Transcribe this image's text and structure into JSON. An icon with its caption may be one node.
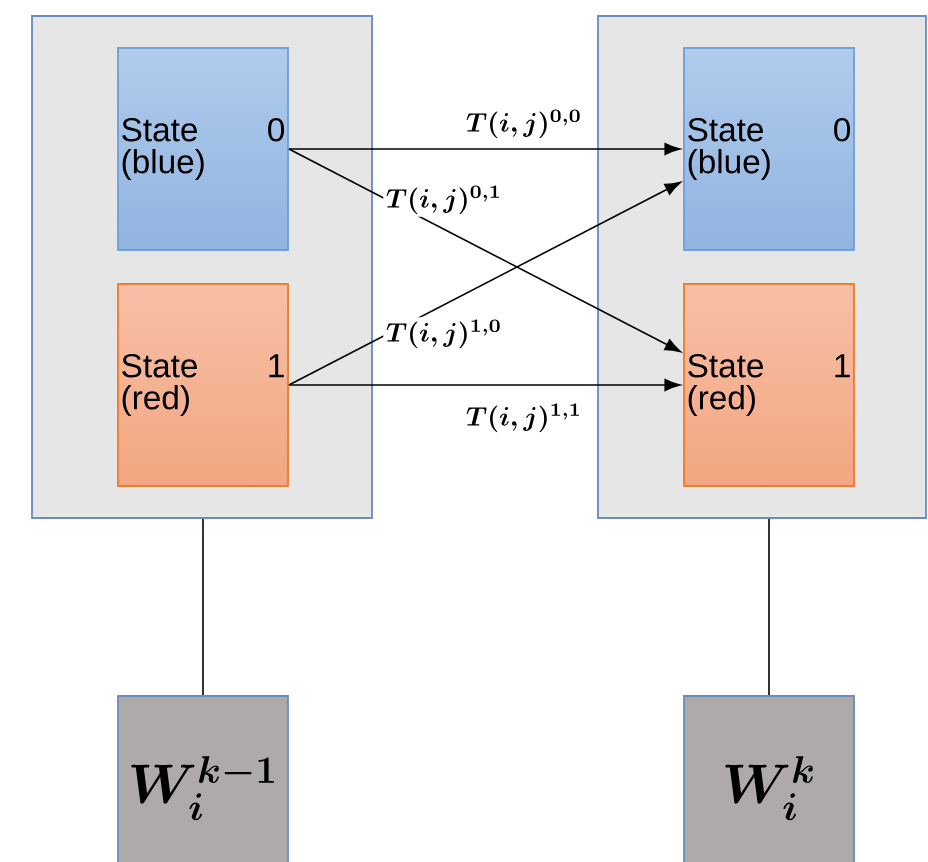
{
  "diagram": {
    "nodes": [
      {
        "text": [],
        "shape": "box"
      },
      {
        "text": [
          "State 0 (blue)"
        ],
        "in": 0
      },
      {
        "text": [
          "State 1 (red)"
        ],
        "in": 0
      },
      {
        "text": [],
        "shape": "box"
      },
      {
        "text": [
          "State 0 (blue)"
        ],
        "in": 3
      },
      {
        "text": [
          "State 1 (red)"
        ],
        "in": 3
      },
      {
        "text": [
          "W_i^{k-1}"
        ]
      },
      {
        "text": [
          "W_i^{k}"
        ]
      }
    ],
    "edges": [
      {
        "from": 1,
        "to": 4,
        "arrow": "to",
        "label": "T(i,j)^{0,0}"
      },
      {
        "from": 1,
        "to": 5,
        "arrow": "to",
        "label": "T(i,j)^{0,1}"
      },
      {
        "from": 2,
        "to": 4,
        "arrow": "to",
        "label": "T(i,j)^{1,0}"
      },
      {
        "from": 2,
        "to": 5,
        "arrow": "to",
        "label": "T(i,j)^{1,1}"
      },
      {
        "from": 0,
        "to": 6,
        "arrow": "none"
      },
      {
        "from": 3,
        "to": 7,
        "arrow": "none"
      }
    ]
  }
}
